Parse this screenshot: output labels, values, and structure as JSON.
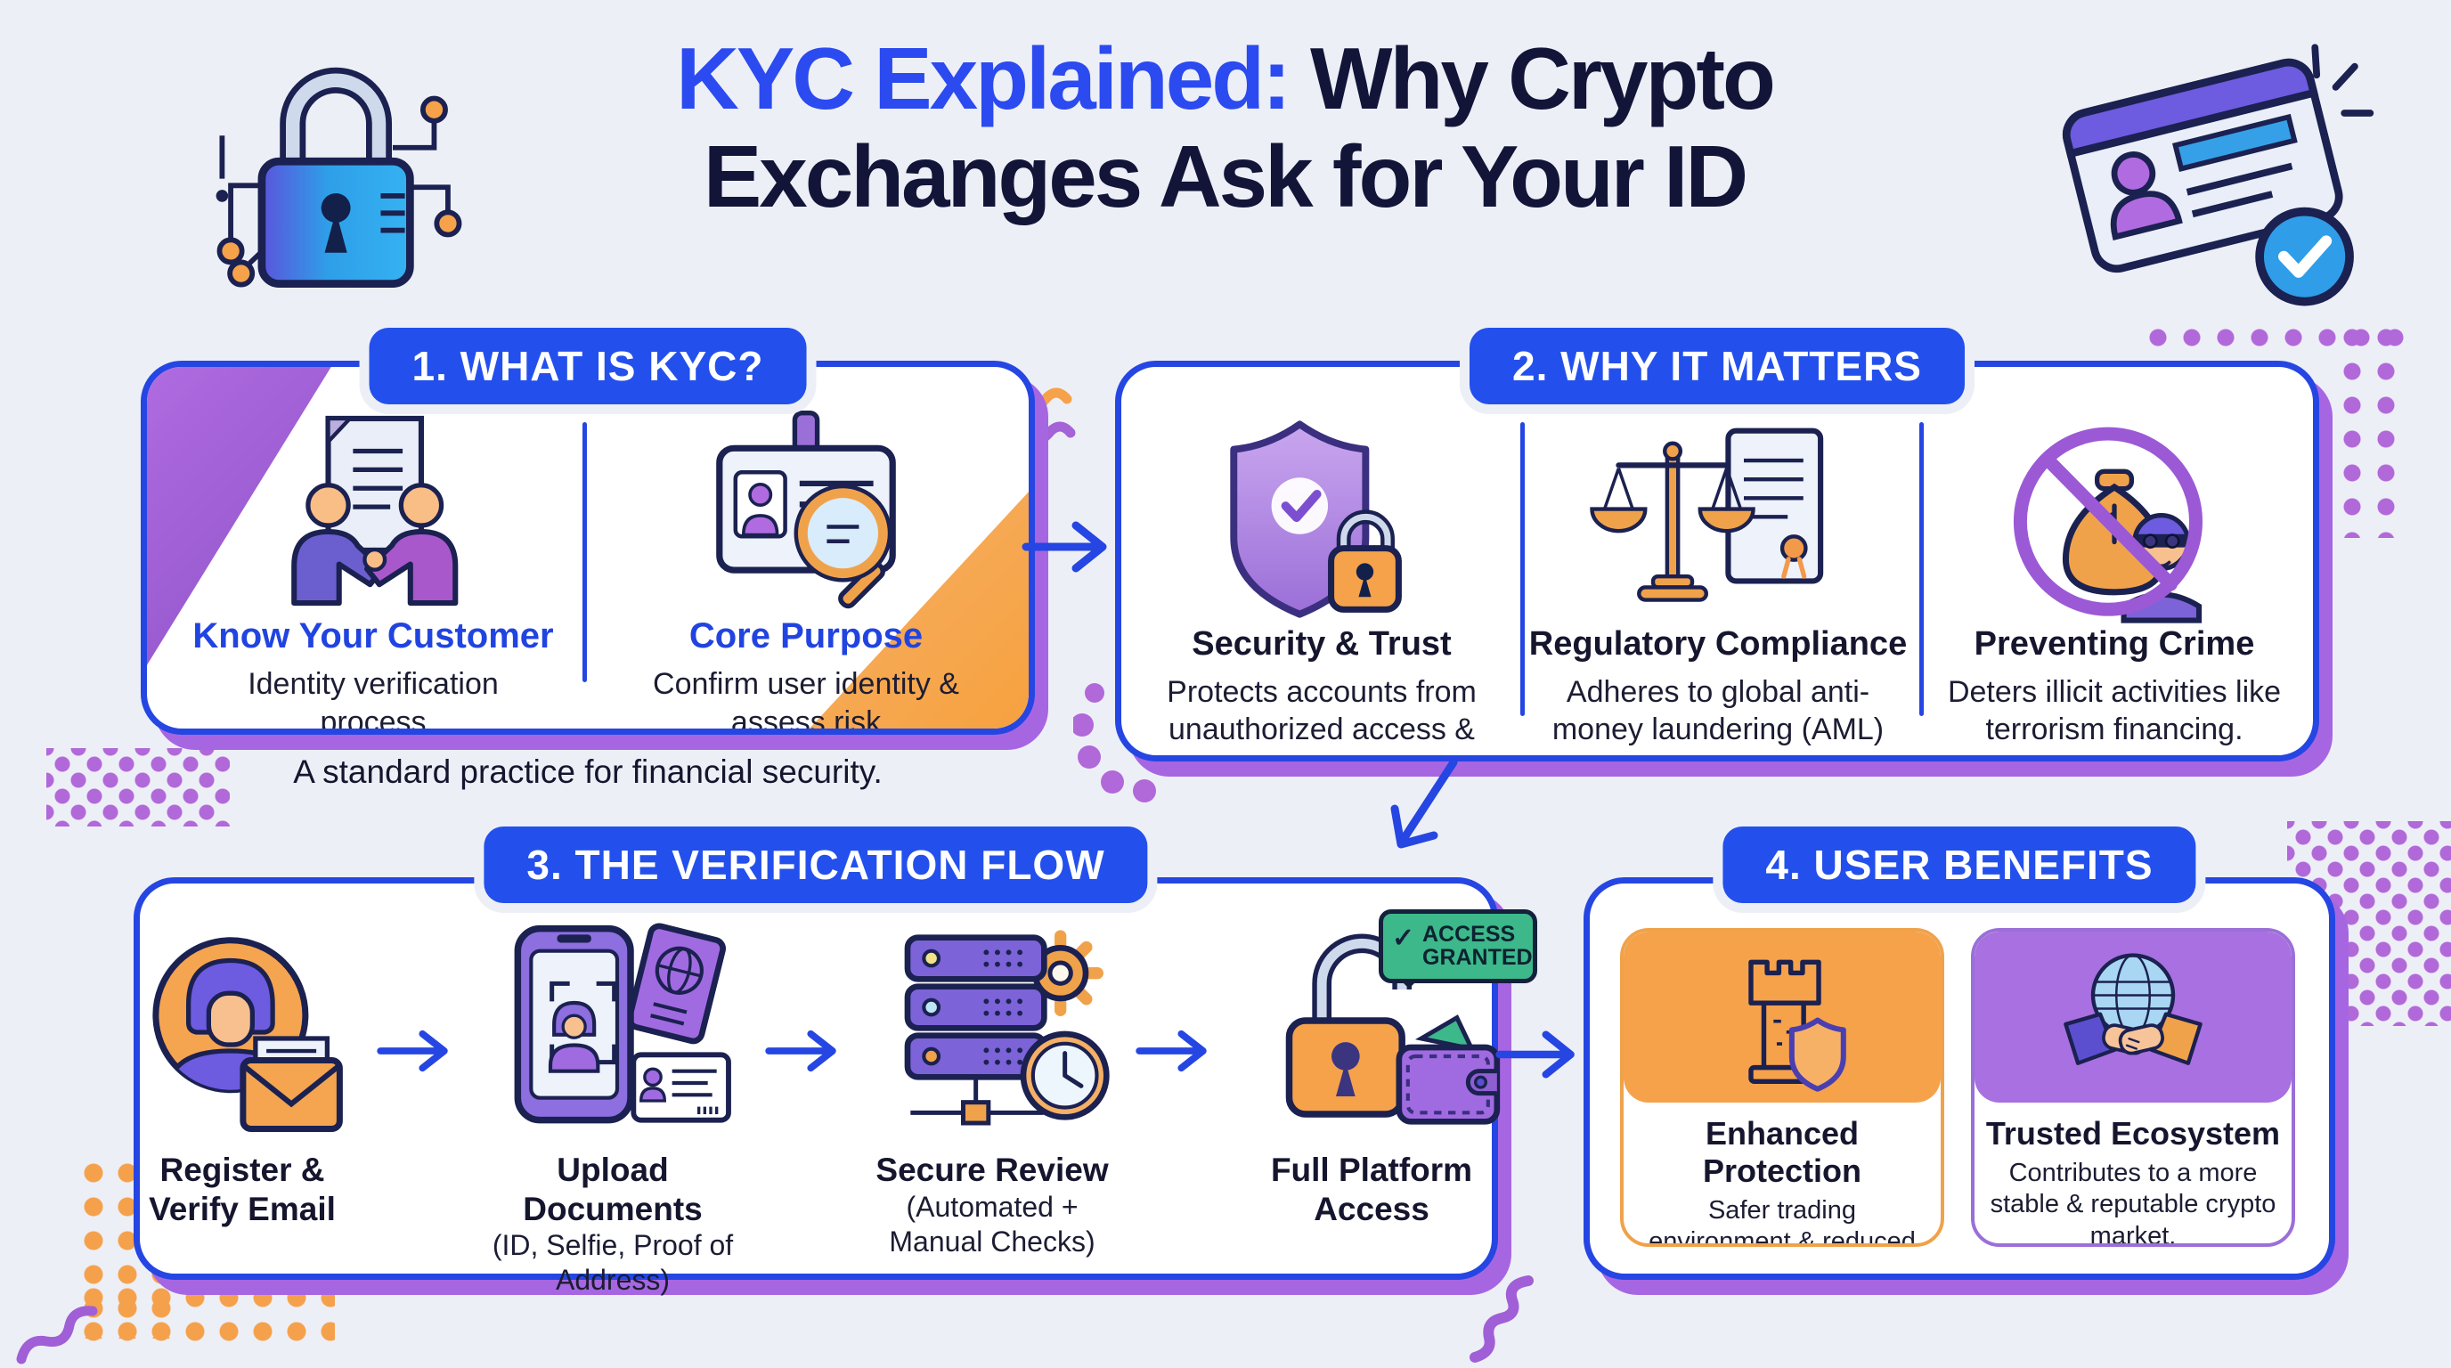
{
  "header": {
    "title_lead": "KYC Explained: ",
    "title_rest": "Why Crypto",
    "title_line2": "Exchanges Ask for Your ID"
  },
  "colors": {
    "accent_blue": "#2546e2",
    "badge_blue": "#2350ec",
    "navy": "#121538",
    "purple_shadow": "#a666e2",
    "orange": "#f5a24b",
    "green": "#3cb88a"
  },
  "sections": {
    "what_is_kyc": {
      "badge": "1. WHAT IS KYC?",
      "items": [
        {
          "icon": "handshake-document-icon",
          "title": "Know Your Customer",
          "desc": "Identity verification process"
        },
        {
          "icon": "id-magnifier-icon",
          "title": "Core Purpose",
          "desc": "Confirm user identity & assess risk"
        }
      ],
      "caption": "A standard practice for financial security."
    },
    "why_it_matters": {
      "badge": "2. WHY IT MATTERS",
      "items": [
        {
          "icon": "shield-lock-icon",
          "title": "Security & Trust",
          "desc": "Protects accounts from unauthorized access & fraud."
        },
        {
          "icon": "scales-certificate-icon",
          "title": "Regulatory Compliance",
          "desc": "Adheres to global anti-money laundering (AML) laws."
        },
        {
          "icon": "no-crime-icon",
          "title": "Preventing Crime",
          "desc": "Deters illicit activities like terrorism financing."
        }
      ]
    },
    "verification_flow": {
      "badge": "3. THE VERIFICATION FLOW",
      "steps": [
        {
          "icon": "avatar-envelope-icon",
          "title": "Register & Verify Email",
          "sub": ""
        },
        {
          "icon": "phone-documents-icon",
          "title": "Upload Documents",
          "sub": "(ID, Selfie, Proof of Address)"
        },
        {
          "icon": "server-gear-clock-icon",
          "title": "Secure Review",
          "sub": "(Automated + Manual Checks)"
        },
        {
          "icon": "unlock-wallet-icon",
          "title": "Full Platform Access",
          "sub": "",
          "access_label": "ACCESS GRANTED"
        }
      ]
    },
    "user_benefits": {
      "badge": "4. USER BENEFITS",
      "items": [
        {
          "icon": "castle-shield-icon",
          "title": "Enhanced Protection",
          "desc": "Safer trading environment & reduced identity theft risk."
        },
        {
          "icon": "globe-handshake-icon",
          "title": "Trusted Ecosystem",
          "desc": "Contributes to a more stable & reputable crypto market."
        }
      ]
    }
  }
}
